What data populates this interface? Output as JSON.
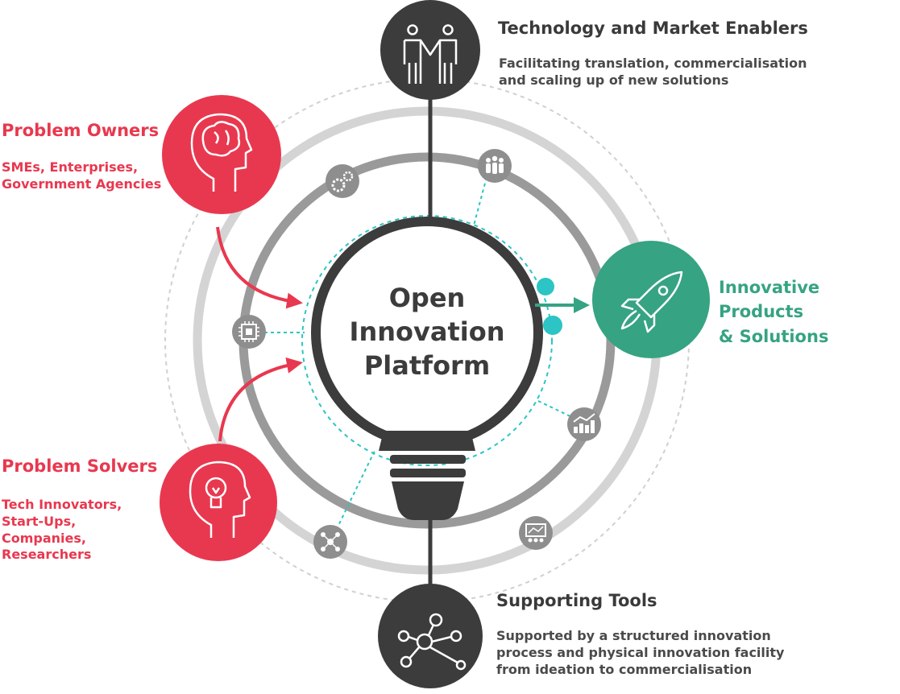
{
  "colors": {
    "red": "#e8384f",
    "green": "#36a383",
    "dark": "#3c3c3c",
    "ring_outer": "#d4d4d4",
    "ring_inner": "#9a9a9a",
    "teal": "#2cc4c4",
    "icon_gray": "#8e8e8e"
  },
  "center": {
    "line1": "Open",
    "line2": "Innovation",
    "line3": "Platform"
  },
  "enablers": {
    "title": "Technology and Market Enablers",
    "desc_line1": "Facilitating translation, commercialisation",
    "desc_line2": "and scaling up of new solutions",
    "icon": "handshake-people-icon"
  },
  "owners": {
    "title": "Problem Owners",
    "desc_line1": "SMEs, Enterprises,",
    "desc_line2": "Government Agencies",
    "icon": "brain-head-icon"
  },
  "solvers": {
    "title": "Problem Solvers",
    "desc_line1": "Tech Innovators,",
    "desc_line2": "Start-Ups,",
    "desc_line3": "Companies,",
    "desc_line4": "Researchers",
    "icon": "lightbulb-head-icon"
  },
  "products": {
    "title_line1": "Innovative Products",
    "title_line2": "& Solutions",
    "icon": "rocket-icon"
  },
  "tools": {
    "title": "Supporting Tools",
    "desc_line1": "Supported by a structured innovation",
    "desc_line2": "process and physical innovation facility",
    "desc_line3": "from ideation to commercialisation",
    "icon": "network-nodes-icon"
  },
  "ring_icons": [
    "gears-icon",
    "group-icon",
    "chip-icon",
    "chart-icon",
    "network-people-icon",
    "presentation-icon"
  ]
}
